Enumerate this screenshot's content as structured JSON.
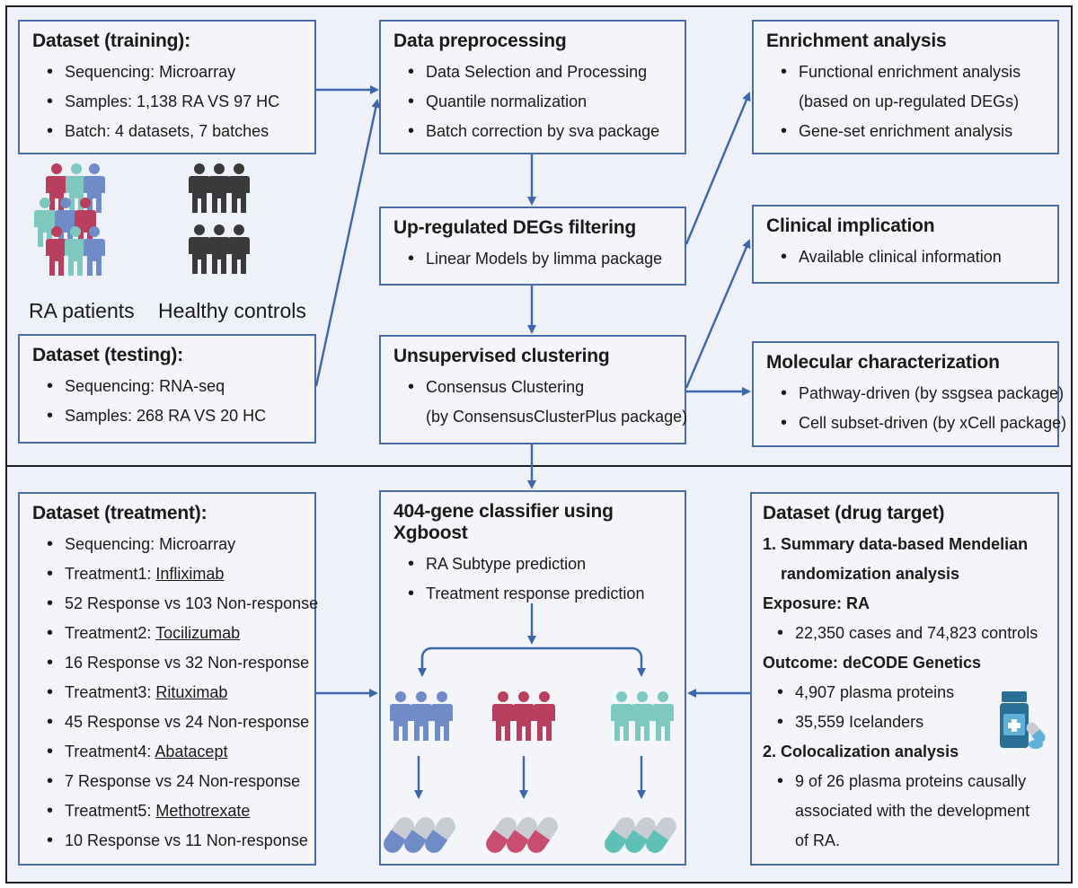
{
  "boxes": {
    "training": {
      "title": "Dataset (training):",
      "items": [
        "Sequencing: Microarray",
        "Samples: 1,138 RA VS 97 HC",
        "Batch: 4 datasets, 7 batches"
      ]
    },
    "testing": {
      "title": "Dataset (testing):",
      "items": [
        "Sequencing: RNA-seq",
        "Samples: 268 RA VS 20 HC"
      ]
    },
    "preprocessing": {
      "title": "Data preprocessing",
      "items": [
        "Data Selection and Processing",
        "Quantile normalization",
        "Batch correction by sva package"
      ]
    },
    "degs": {
      "title": "Up-regulated DEGs filtering",
      "items": [
        "Linear Models by limma package"
      ]
    },
    "clustering": {
      "title": "Unsupervised clustering",
      "items": [
        "Consensus Clustering",
        "(by ConsensusClusterPlus package)"
      ]
    },
    "enrichment": {
      "title": "Enrichment analysis",
      "items": [
        "Functional enrichment analysis",
        "(based on up-regulated DEGs)",
        "Gene-set enrichment analysis"
      ]
    },
    "clinical": {
      "title": "Clinical implication",
      "items": [
        "Available clinical information"
      ]
    },
    "molecular": {
      "title": "Molecular characterization",
      "items": [
        "Pathway-driven (by ssgsea package)",
        "Cell subset-driven (by xCell package)"
      ]
    },
    "treatment": {
      "title": "Dataset (treatment):",
      "rows": [
        {
          "text": "Sequencing: Microarray"
        },
        {
          "prefix": "Treatment1: ",
          "drug": "Infliximab"
        },
        {
          "text": "52 Response vs 103 Non-response"
        },
        {
          "prefix": "Treatment2: ",
          "drug": "Tocilizumab"
        },
        {
          "text": "16 Response vs 32 Non-response"
        },
        {
          "prefix": "Treatment3: ",
          "drug": "Rituximab"
        },
        {
          "text": "45 Response vs 24 Non-response"
        },
        {
          "prefix": "Treatment4: ",
          "drug": "Abatacept"
        },
        {
          "text": "7 Response vs 24 Non-response"
        },
        {
          "prefix": "Treatment5: ",
          "drug": "Methotrexate"
        },
        {
          "text": "10 Response vs 11 Non-response"
        }
      ]
    },
    "classifier": {
      "title": "404-gene classifier using Xgboost",
      "items": [
        "RA Subtype prediction",
        "Treatment response prediction"
      ]
    },
    "drug_target": {
      "title": "Dataset (drug target)",
      "mr_heading_1": "1. Summary data-based Mendelian",
      "mr_heading_2": "randomization analysis",
      "exposure_heading": "Exposure: RA",
      "exposure_item": "22,350 cases and 74,823 controls",
      "outcome_heading": "Outcome: deCODE Genetics",
      "outcome_items": [
        "4,907 plasma proteins",
        "35,559 Icelanders"
      ],
      "coloc_heading": "2. Colocalization analysis",
      "coloc_item_1": "9 of 26 plasma proteins causally",
      "coloc_item_2": "associated with the development",
      "coloc_item_3": "of RA."
    }
  },
  "labels": {
    "ra_patients": "RA patients",
    "healthy_controls": "Healthy controls"
  },
  "colors": {
    "arrow": "#3d66ad",
    "box_border": "#4a6ca8",
    "person_crimson": "#b8405e",
    "person_teal": "#7ec8c0",
    "person_blue": "#6f8cc8",
    "person_dark": "#3a3a3a",
    "pill_gray": "#c9ccd3",
    "bottle_blue": "#2a6f96"
  }
}
